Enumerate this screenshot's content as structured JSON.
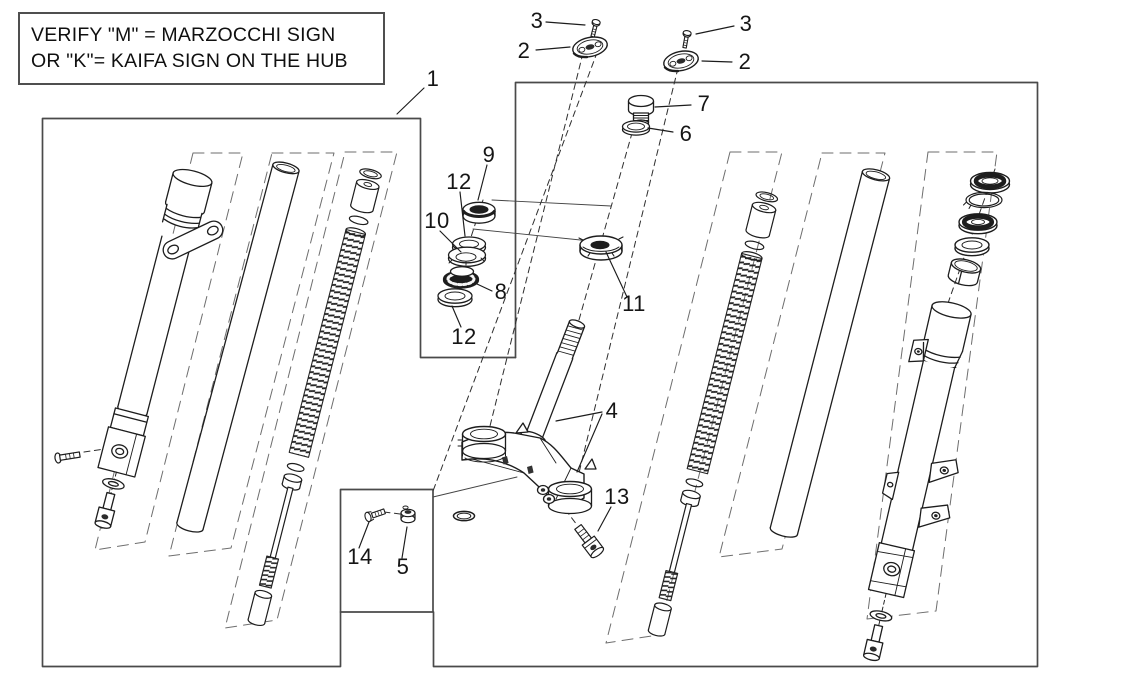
{
  "note": {
    "line1": "VERIFY \"M\" = MARZOCCHI SIGN",
    "line2": "OR \"K\"= KAIFA SIGN ON THE HUB"
  },
  "callouts": {
    "c1": "1",
    "c2L": "2",
    "c3L": "3",
    "c2R": "2",
    "c3R": "3",
    "c4": "4",
    "c5": "5",
    "c6": "6",
    "c7": "7",
    "c8": "8",
    "c9": "9",
    "c10": "10",
    "c11": "11",
    "c12a": "12",
    "c12b": "12",
    "c13": "13",
    "c14": "14"
  },
  "colors": {
    "line": "#1d1d1d",
    "box_border": "#4a4a4a",
    "band": "#6e6e6e",
    "background": "#ffffff"
  }
}
